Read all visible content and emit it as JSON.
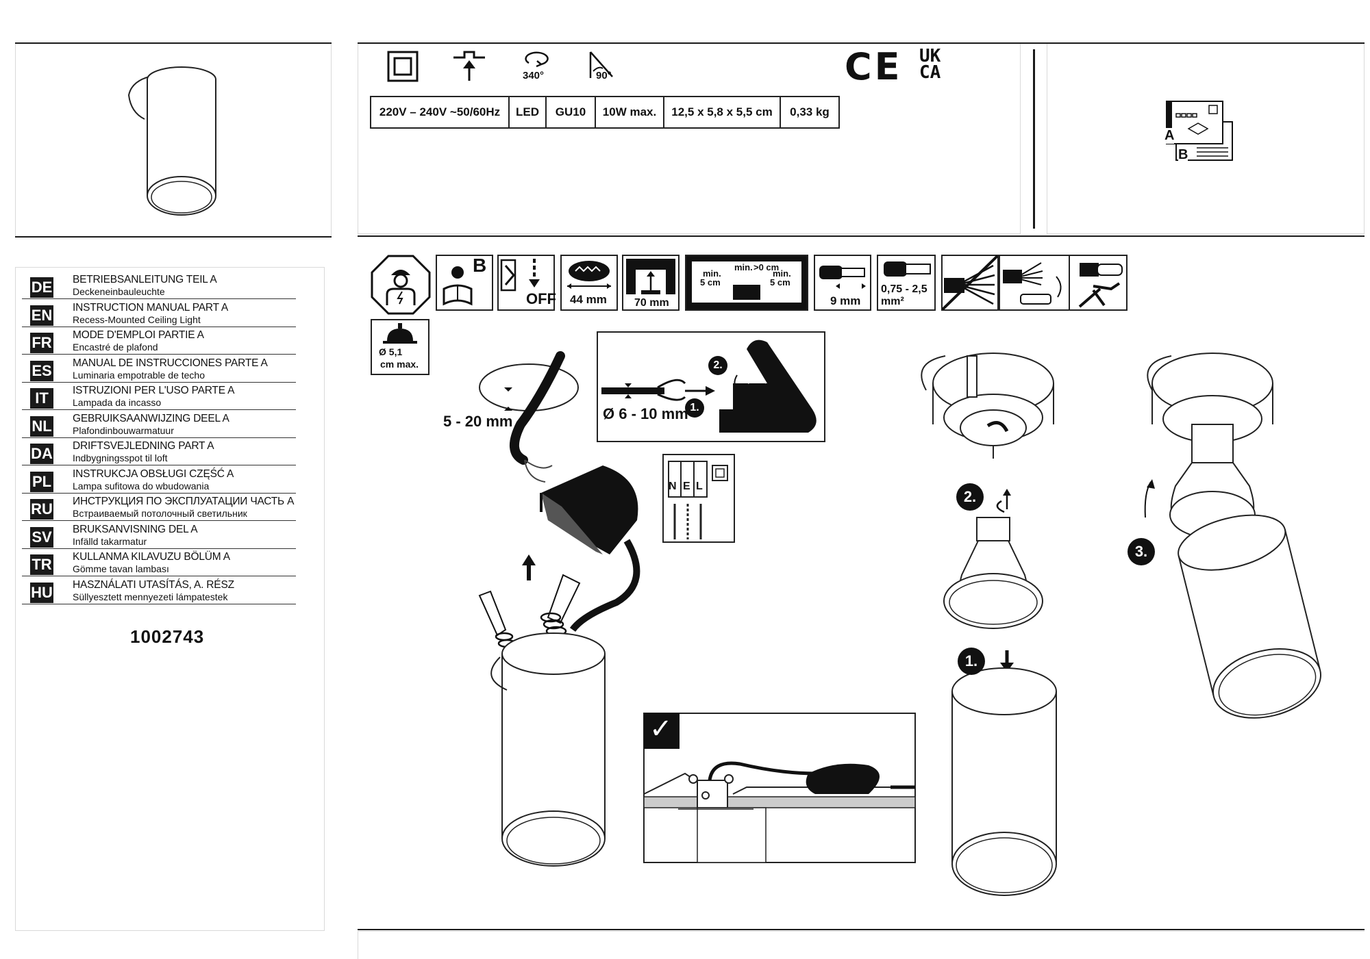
{
  "article_number": "1002743",
  "languages": [
    {
      "code": "DE",
      "title": "BETRIEBSANLEITUNG TEIL A",
      "subtitle": "Deckeneinbauleuchte"
    },
    {
      "code": "EN",
      "title": "INSTRUCTION MANUAL PART A",
      "subtitle": "Recess-Mounted Ceiling Light"
    },
    {
      "code": "FR",
      "title": "MODE D'EMPLOI PARTIE A",
      "subtitle": "Encastré de plafond"
    },
    {
      "code": "ES",
      "title": "MANUAL DE INSTRUCCIONES PARTE A",
      "subtitle": "Luminaria empotrable de techo"
    },
    {
      "code": "IT",
      "title": "ISTRUZIONI PER L'USO PARTE A",
      "subtitle": "Lampada da incasso"
    },
    {
      "code": "NL",
      "title": "GEBRUIKSAANWIJZING DEEL A",
      "subtitle": "Plafondinbouwarmatuur"
    },
    {
      "code": "DA",
      "title": "DRIFTSVEJLEDNING PART A",
      "subtitle": "Indbygningsspot til loft"
    },
    {
      "code": "PL",
      "title": "INSTRUKCJA OBSŁUGI CZĘŚĆ A",
      "subtitle": "Lampa sufitowa do wbudowania"
    },
    {
      "code": "RU",
      "title": "ИНСТРУКЦИЯ ПО ЭКСПЛУАТАЦИИ ЧАСТЬ А",
      "subtitle": "Встраиваемый потолочный светильник"
    },
    {
      "code": "SV",
      "title": "BRUKSANVISNING DEL A",
      "subtitle": "Infälld takarmatur"
    },
    {
      "code": "TR",
      "title": "KULLANMA KILAVUZU BÖLÜM A",
      "subtitle": "Gömme tavan lambası"
    },
    {
      "code": "HU",
      "title": "HASZNÁLATI UTASÍTÁS, A. RÉSZ",
      "subtitle": "Süllyesztett mennyezeti lámpatestek"
    }
  ],
  "symbols": {
    "rotation": "340°",
    "tilt": "90°",
    "ce": "CE",
    "ukca_top": "UK",
    "ukca_bottom": "CA"
  },
  "specs": [
    "220V – 240V ~50/60Hz",
    "LED",
    "GU10",
    "10W max.",
    "12,5 x 5,8 x 5,5 cm",
    "0,33 kg"
  ],
  "manual_parts": {
    "a": "A",
    "b": "B"
  },
  "install_icons": {
    "read_manual": "B",
    "off": "OFF",
    "drill_size": "44 mm",
    "depth": "70 mm",
    "min_left": "min.",
    "min_left_val": "5 cm",
    "min_center": "min.",
    "min_center_val": ">0 cm",
    "min_right": "min.",
    "min_right_val": "5 cm",
    "strip_length": "9 mm",
    "cross_section": "0,75 - 2,5",
    "cross_section_unit": "mm²",
    "bulb_diameter": "Ø 5,1",
    "bulb_max": "cm max."
  },
  "diagram": {
    "ceiling_thickness": "5 - 20 mm",
    "cable_diameter": "Ø 6 - 10 mm",
    "step1": "1.",
    "step2": "2.",
    "step3": "3.",
    "terminal_n": "N",
    "terminal_e": "E",
    "terminal_l": "L",
    "check": "✓"
  }
}
